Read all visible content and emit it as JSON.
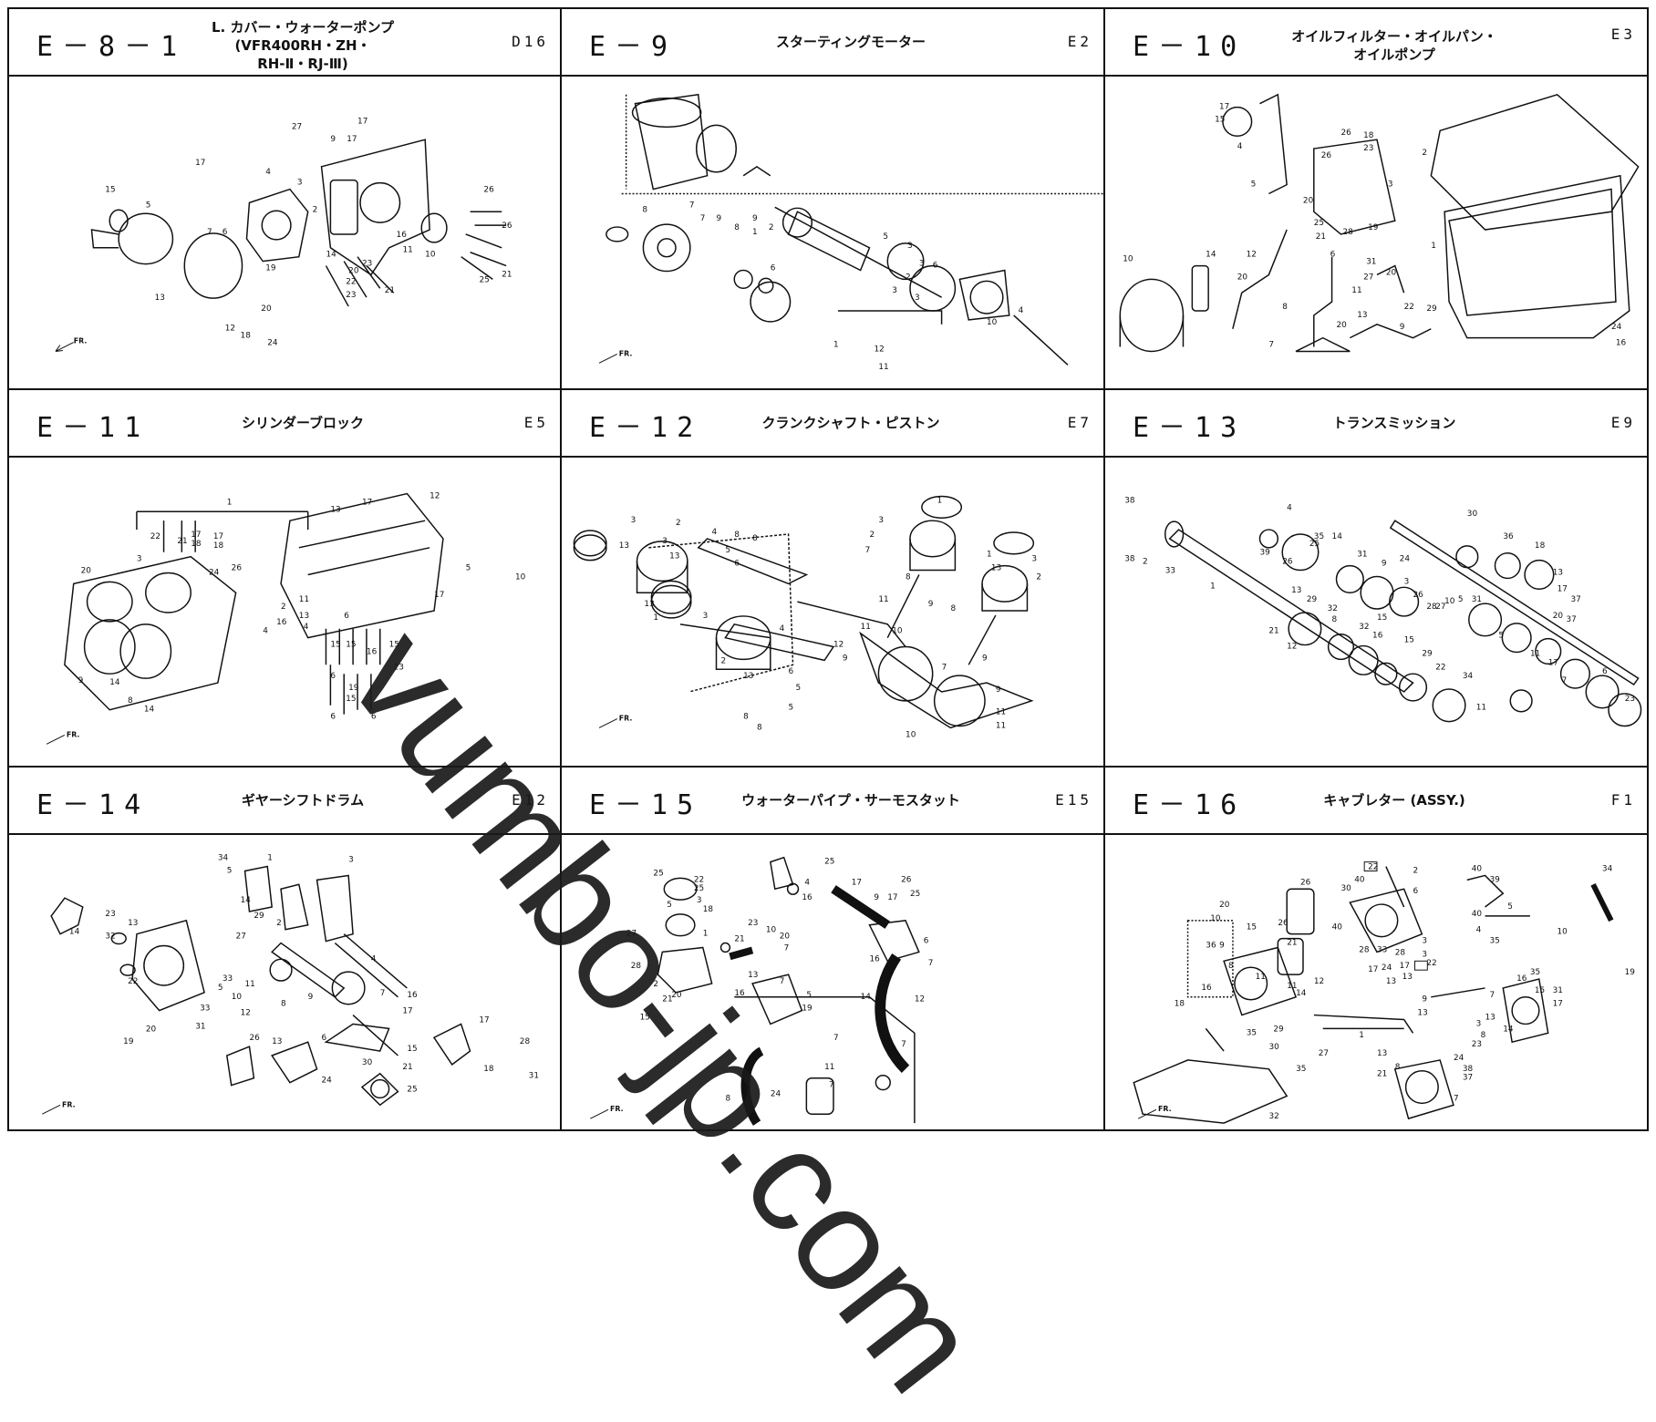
{
  "panels": [
    {
      "code": "E－8－1",
      "title_lines": [
        "L. カバー・ウォーターポンプ",
        "(VFR400RH・ZH・",
        "RH-Ⅱ・RJ-Ⅲ)"
      ],
      "ref": "D16"
    },
    {
      "code": "E－9",
      "title_lines": [
        "スターティングモーター"
      ],
      "ref": "E2"
    },
    {
      "code": "E－10",
      "title_lines": [
        "オイルフィルター・オイルパン・",
        "オイルポンプ"
      ],
      "ref": "E3"
    },
    {
      "code": "E－11",
      "title_lines": [
        "シリンダーブロック"
      ],
      "ref": "E5"
    },
    {
      "code": "E－12",
      "title_lines": [
        "クランクシャフト・ピストン"
      ],
      "ref": "E7"
    },
    {
      "code": "E－13",
      "title_lines": [
        "トランスミッション"
      ],
      "ref": "E9"
    },
    {
      "code": "E－14",
      "title_lines": [
        "ギヤーシフトドラム"
      ],
      "ref": "E12"
    },
    {
      "code": "E－15",
      "title_lines": [
        "ウォーターパイプ・サーモスタット"
      ],
      "ref": "E15"
    },
    {
      "code": "E－16",
      "title_lines": [
        "キャブレター (ASSY.)"
      ],
      "ref": "F1"
    }
  ],
  "front_marker": "FR.",
  "watermark": "vumbo-jp.com",
  "colors": {
    "line": "#111111",
    "paper": "#ffffff"
  }
}
